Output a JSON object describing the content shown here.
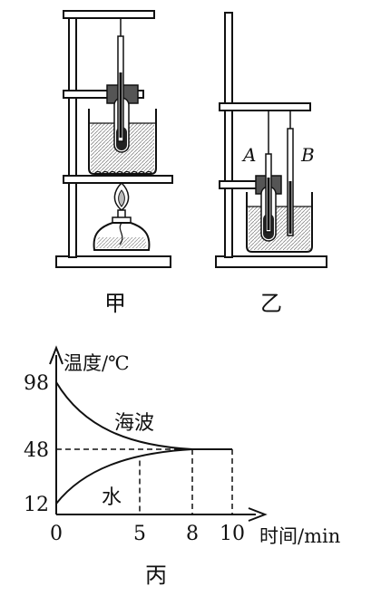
{
  "figures": {
    "jia": {
      "caption": "甲"
    },
    "yi": {
      "caption": "乙",
      "tube_a": "A",
      "tube_b": "B"
    },
    "bing": {
      "caption": "丙"
    }
  },
  "chart_data": {
    "type": "line",
    "ylabel": "温度/℃",
    "xlabel": "时间/min",
    "x_ticks": [
      "0",
      "5",
      "8",
      "10"
    ],
    "y_ticks": [
      "98",
      "48",
      "12"
    ],
    "series": [
      {
        "name": "海波",
        "points": [
          [
            0,
            98
          ],
          [
            2,
            72
          ],
          [
            5,
            55
          ],
          [
            8,
            48
          ],
          [
            10,
            48
          ]
        ]
      },
      {
        "name": "水",
        "points": [
          [
            0,
            12
          ],
          [
            2,
            28
          ],
          [
            5,
            40
          ],
          [
            8,
            48
          ],
          [
            10,
            48
          ]
        ]
      }
    ],
    "xlim": [
      0,
      10
    ],
    "ylim": [
      12,
      98
    ]
  },
  "colors": {
    "ink": "#111111",
    "shade": "#6b6b6b",
    "light": "#d8d8d8"
  }
}
